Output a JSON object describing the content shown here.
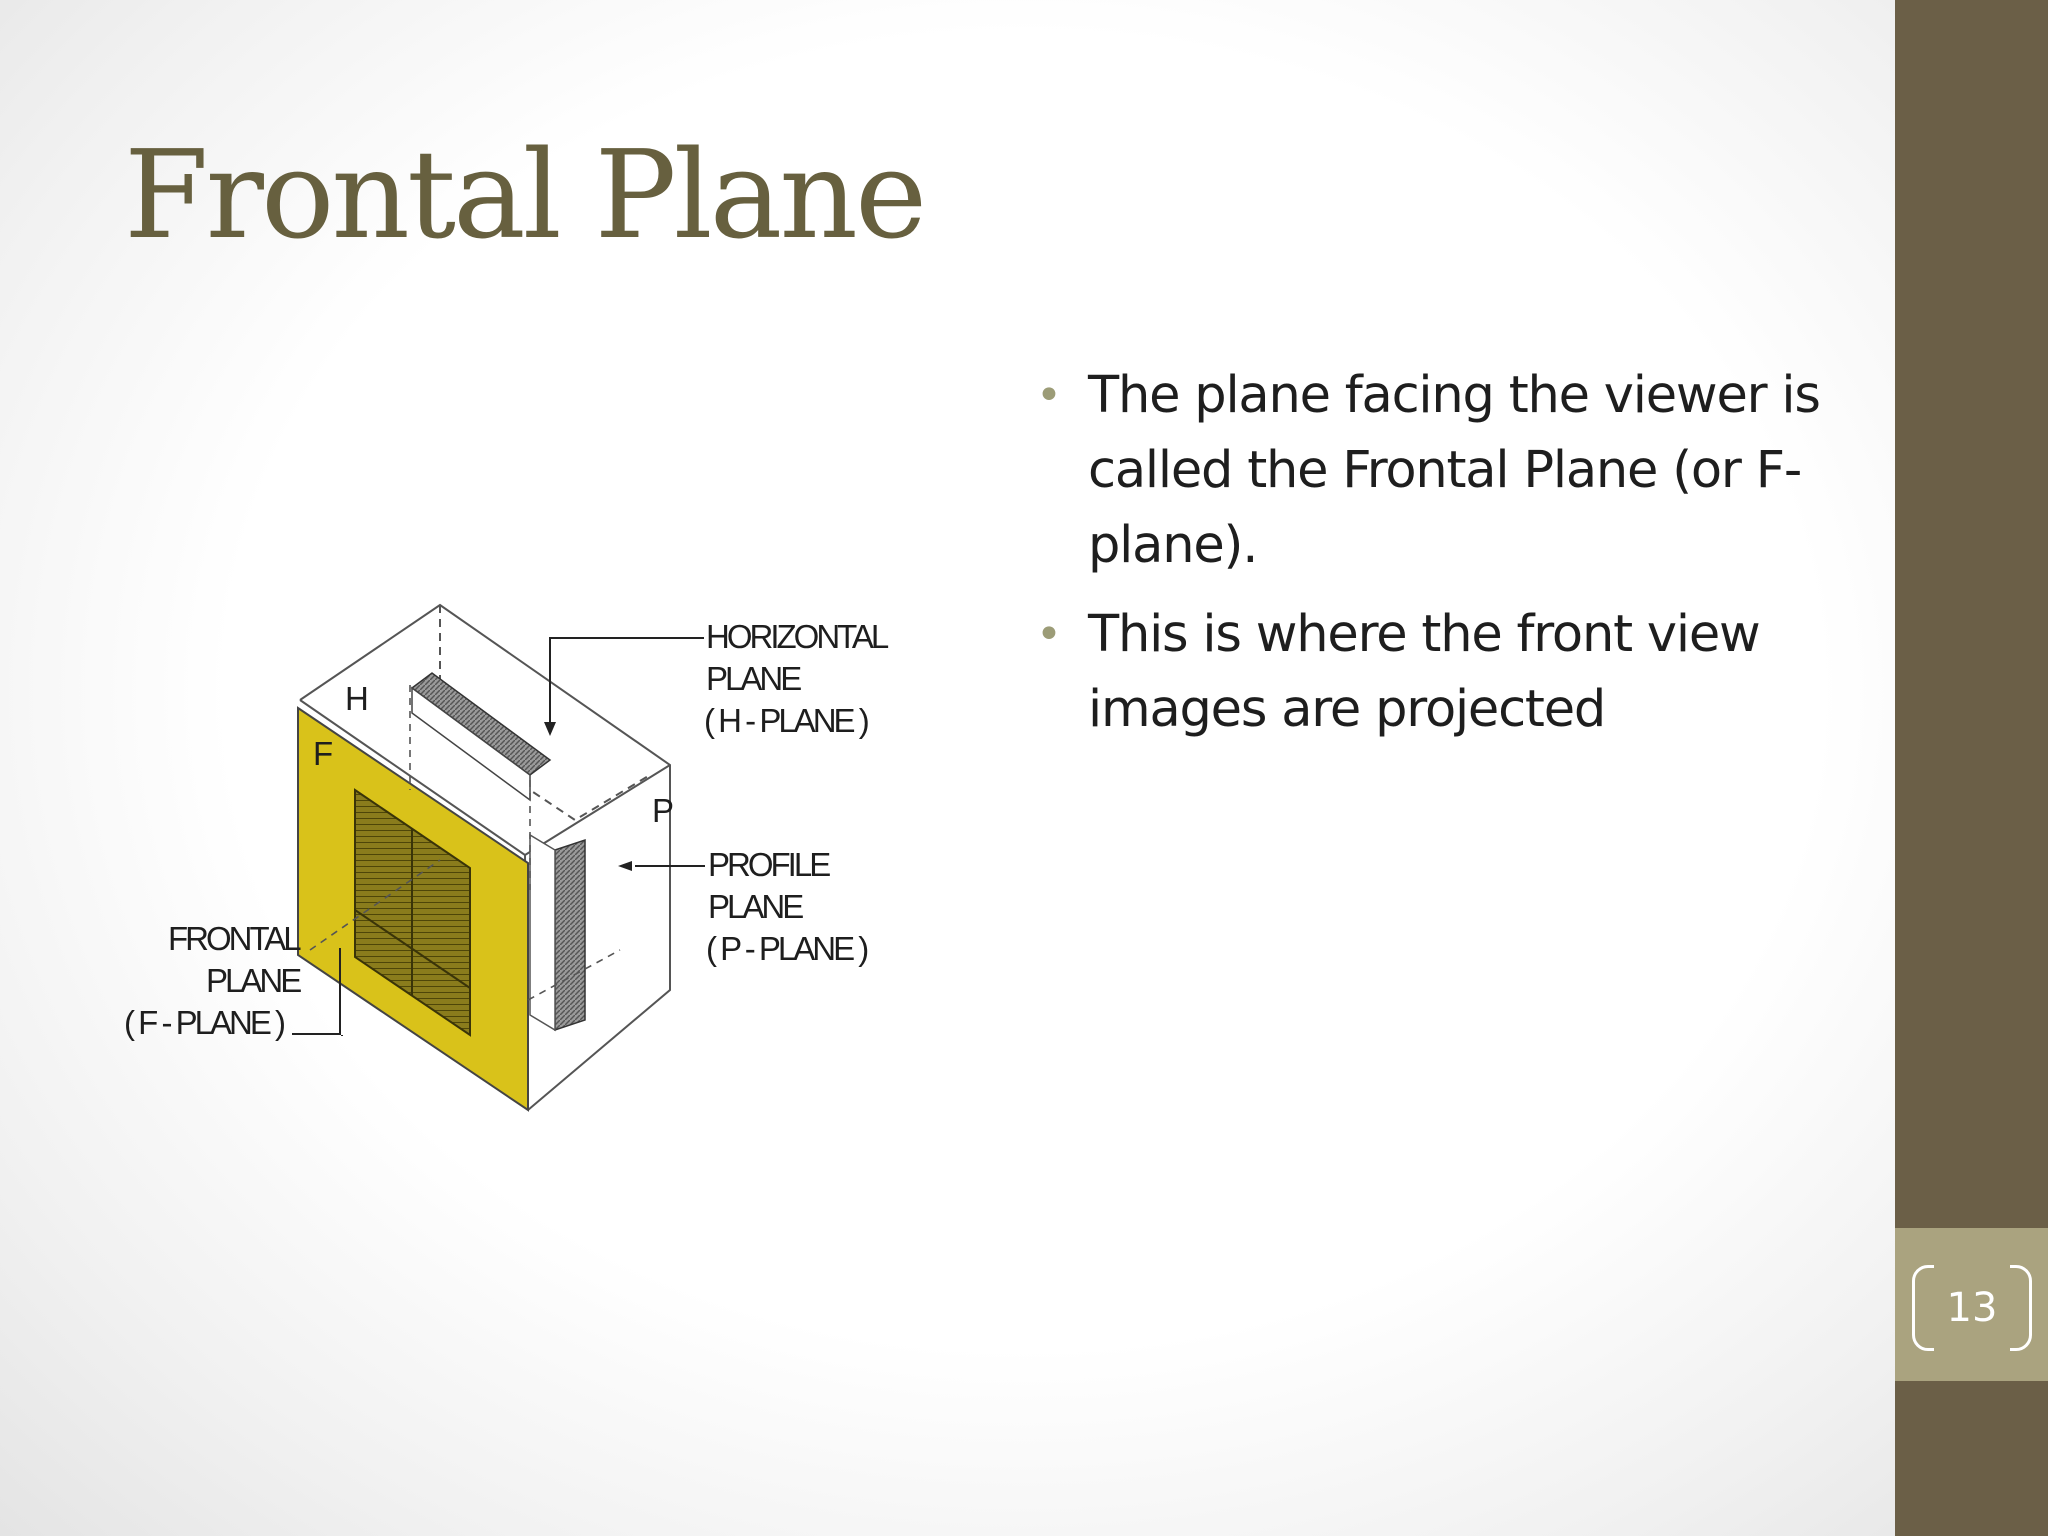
{
  "slide": {
    "title": "Frontal Plane",
    "bullets": [
      "The plane facing the viewer is called the Frontal Plane (or F-plane).",
      "This is where the front view images are projected"
    ],
    "page_number": "13"
  },
  "figure": {
    "labels": {
      "horizontal_line1": "HORIZONTAL",
      "horizontal_line2": "PLANE",
      "horizontal_line3": "( H - PLANE )",
      "profile_line1": "PROFILE",
      "profile_line2": "PLANE",
      "profile_line3": "( P - PLANE )",
      "frontal_line1": "FRONTAL",
      "frontal_line2": "PLANE",
      "frontal_line3": "( F - PLANE )",
      "h_marker": "H",
      "f_marker": "F",
      "p_marker": "P"
    }
  },
  "colors": {
    "title": "#67603f",
    "sidebar": "#6b5f47",
    "page_number_box": "#aaa37f",
    "frontal_plane_fill": "#d9c21a",
    "bullet_marker": "#9c9c77"
  }
}
